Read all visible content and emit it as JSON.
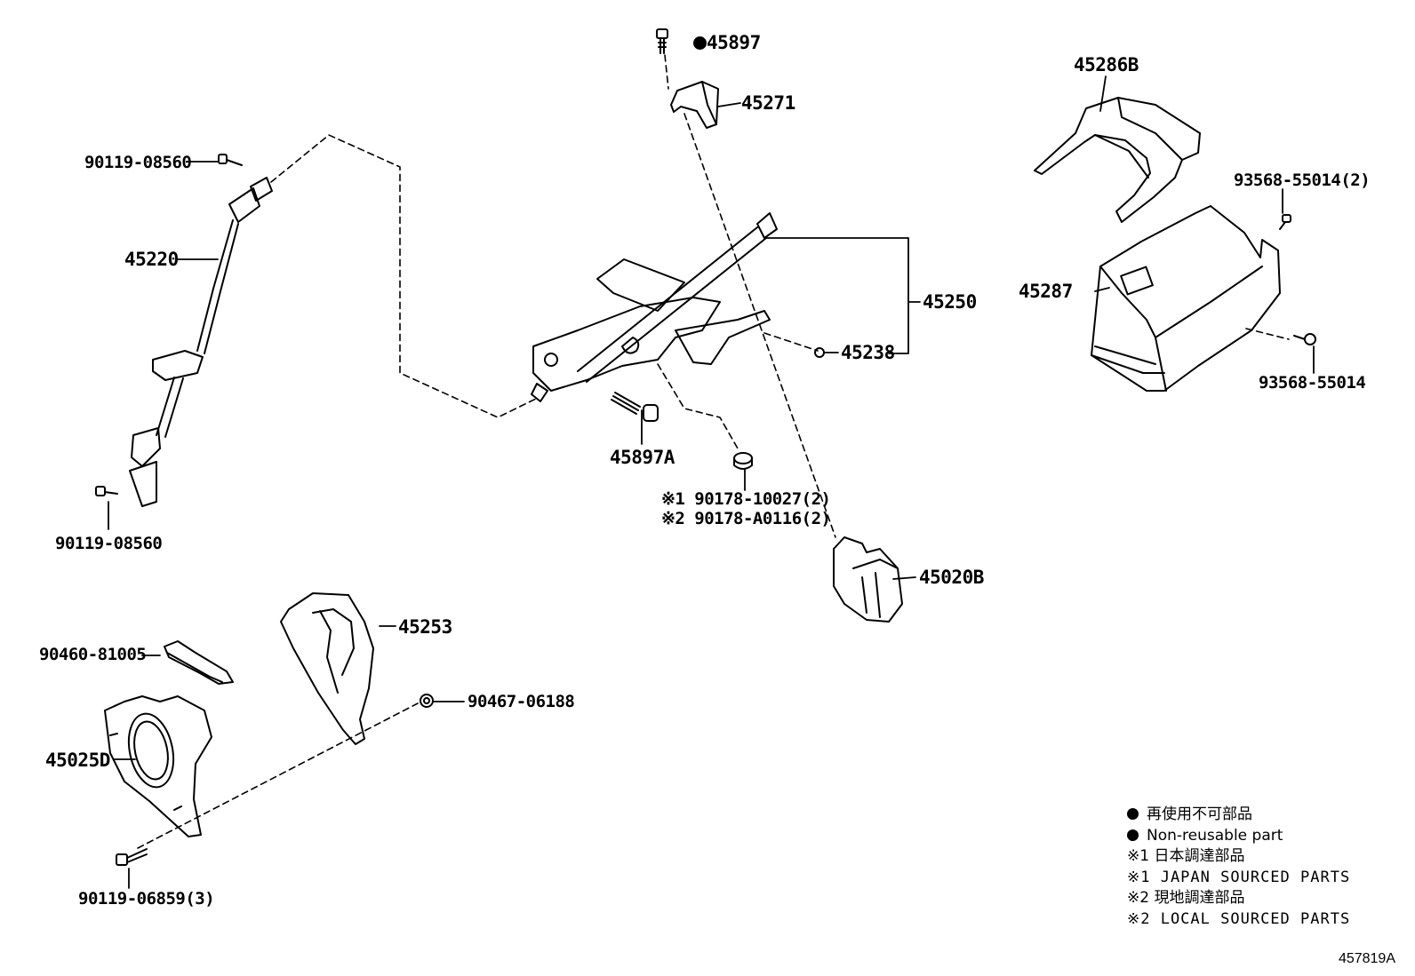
{
  "callouts": {
    "p45897": "45897",
    "p45271": "45271",
    "p45286b": "45286B",
    "p90119_top": "90119-08560",
    "p45220": "45220",
    "p45250": "45250",
    "p45238": "45238",
    "p93568_2": "93568-55014(2)",
    "p45287": "45287",
    "p93568": "93568-55014",
    "p45897a": "45897A",
    "p90178_1": "※1 90178-10027(2)",
    "p90178_2": "※2 90178-A0116(2)",
    "p90119_bottom": "90119-08560",
    "p45020b": "45020B",
    "p45253": "45253",
    "p90460": "90460-81005",
    "p90467": "90467-06188",
    "p45025d": "45025D",
    "p90119_3": "90119-06859(3)"
  },
  "legend": {
    "line1": "再使用不可部品",
    "line2": "Non-reusable part",
    "line3": "※1 日本調達部品",
    "line4": "※1 JAPAN SOURCED PARTS",
    "line5": "※2 現地調達部品",
    "line6": "※2 LOCAL SOURCED PARTS"
  },
  "figure_id": "457819A"
}
